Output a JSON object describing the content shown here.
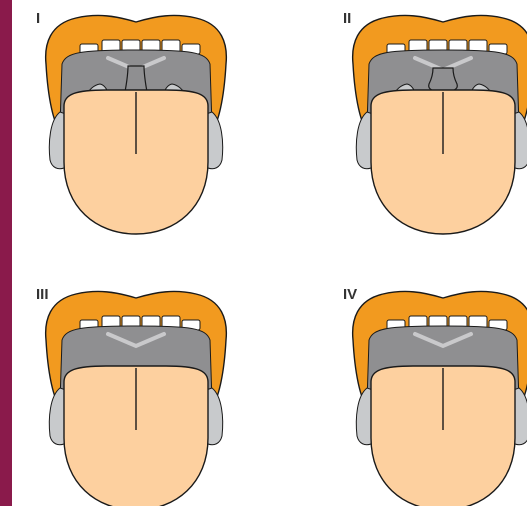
{
  "colors": {
    "accent_bar": "#8a1a4b",
    "lip": "#f29a1f",
    "tongue": "#fdd09f",
    "soft_palate": "#8f8f91",
    "hard_palate_line": "#c9c9cb",
    "tonsil_pillars": "#c8cacc",
    "pharynx_wall": "#e3e4e6",
    "teeth": "#ffffff",
    "outline": "#1a1a1a"
  },
  "panels": [
    {
      "label": "I",
      "uvula": "full",
      "pillars": true
    },
    {
      "label": "II",
      "uvula": "partial",
      "pillars": true
    },
    {
      "label": "III",
      "uvula": "none",
      "pillars": false
    },
    {
      "label": "IV",
      "uvula": "none",
      "pillars": false
    }
  ]
}
